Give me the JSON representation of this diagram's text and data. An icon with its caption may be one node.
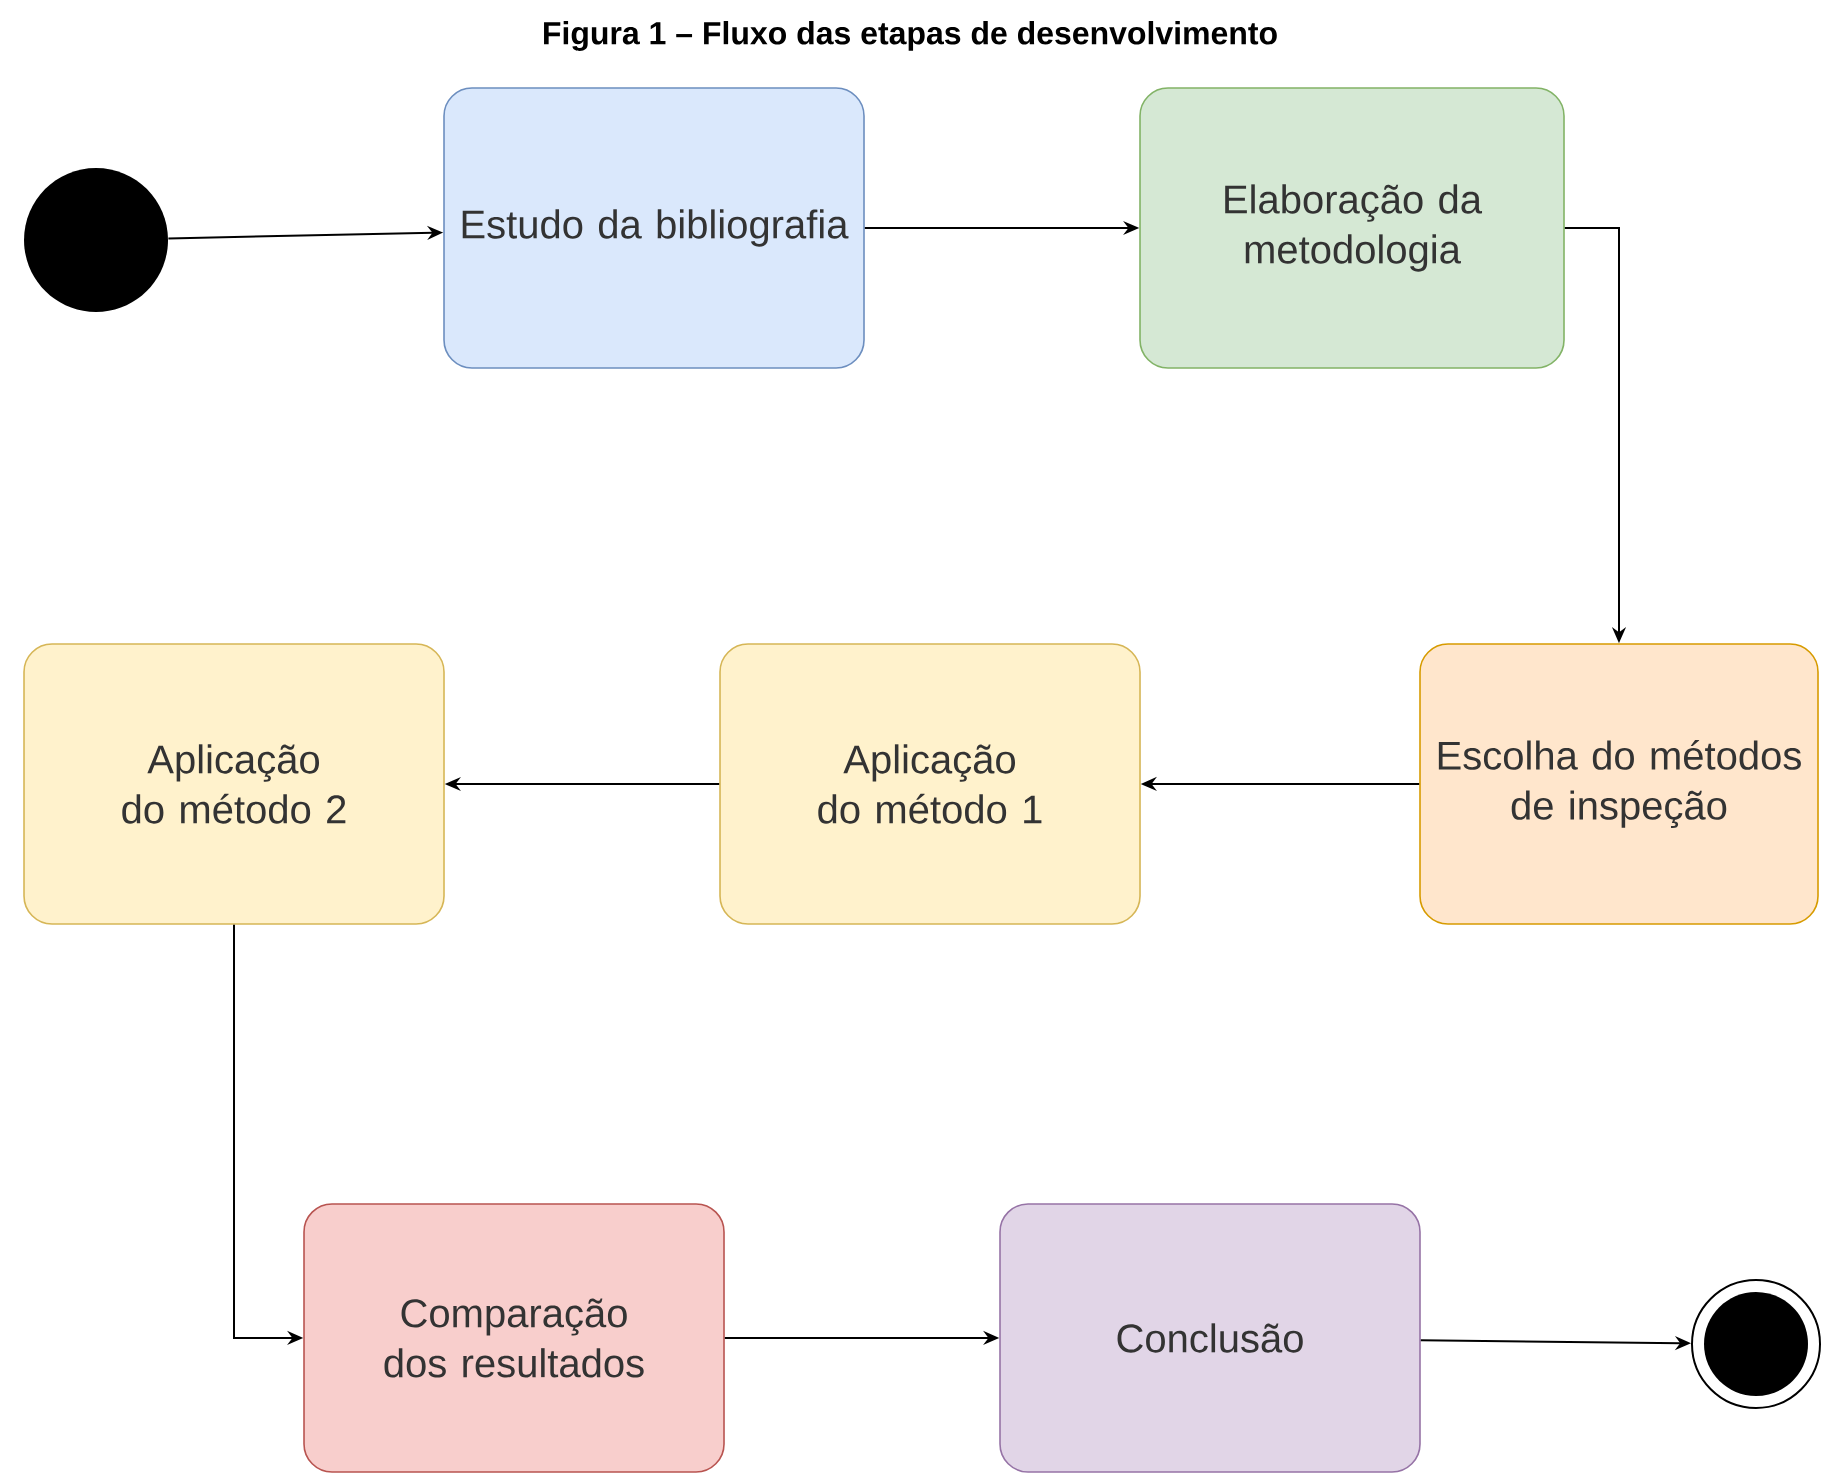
{
  "diagram": {
    "title": "Figura 1 – Fluxo das etapas de desenvolvimento",
    "nodes": [
      {
        "text": [],
        "shape": "circle"
      },
      {
        "text": [
          "Estudo da bibliografia"
        ]
      },
      {
        "text": [
          "Elaboração da metodologia"
        ]
      },
      {
        "text": [
          "Escolha do métodos de inspeção"
        ]
      },
      {
        "text": [
          "Aplicação do método 1"
        ]
      },
      {
        "text": [
          "Aplicação do método 2"
        ]
      },
      {
        "text": [
          "Comparação dos resultados"
        ]
      },
      {
        "text": [
          "Conclusão"
        ]
      },
      {
        "text": [],
        "shape": "circle"
      }
    ],
    "edges": [
      {
        "from": 0,
        "to": 1,
        "arrow": "to"
      },
      {
        "from": 1,
        "to": 2,
        "arrow": "to"
      },
      {
        "from": 2,
        "to": 3,
        "arrow": "to"
      },
      {
        "from": 3,
        "to": 4,
        "arrow": "to"
      },
      {
        "from": 4,
        "to": 5,
        "arrow": "to"
      },
      {
        "from": 5,
        "to": 6,
        "arrow": "to"
      },
      {
        "from": 6,
        "to": 7,
        "arrow": "to"
      },
      {
        "from": 7,
        "to": 8,
        "arrow": "to"
      }
    ]
  }
}
